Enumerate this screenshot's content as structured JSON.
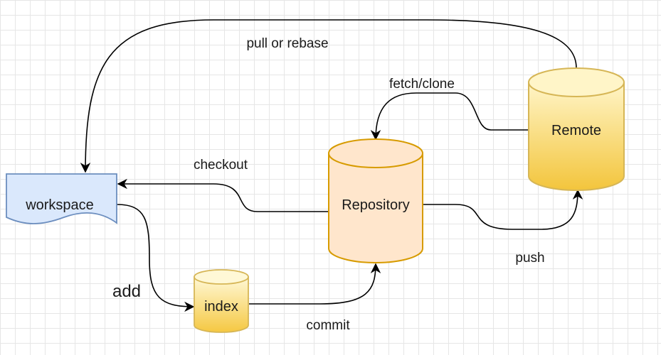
{
  "nodes": {
    "workspace": "workspace",
    "index": "index",
    "repository": "Repository",
    "remote": "Remote"
  },
  "edges": {
    "pull": "pull or rebase",
    "fetch": "fetch/clone",
    "checkout": "checkout",
    "push": "push",
    "add": "add",
    "commit": "commit"
  },
  "colors": {
    "workspace_fill": "#dae8fc",
    "workspace_stroke": "#6c8ebf",
    "repo_fill": "#ffe6cc",
    "repo_stroke": "#d79b00",
    "db_stroke": "#d6b656"
  }
}
